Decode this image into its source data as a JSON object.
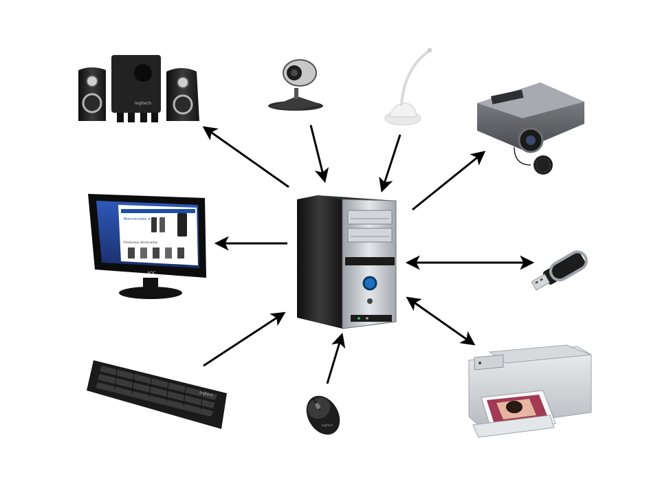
{
  "diagram": {
    "hub": "computer-tower",
    "devices": [
      {
        "id": "speakers",
        "direction": "output"
      },
      {
        "id": "webcam",
        "direction": "input"
      },
      {
        "id": "microphone",
        "direction": "input"
      },
      {
        "id": "projector",
        "direction": "output"
      },
      {
        "id": "monitor",
        "direction": "output"
      },
      {
        "id": "usb-flash-drive",
        "direction": "bidirectional"
      },
      {
        "id": "keyboard",
        "direction": "input"
      },
      {
        "id": "mouse",
        "direction": "input"
      },
      {
        "id": "printer-scanner",
        "direction": "bidirectional"
      }
    ],
    "monitor_screen": {
      "banner": "Bienvenidos a ITS",
      "section": "Productos destacados"
    },
    "brand_marks": {
      "monitor": "AOC",
      "speakers": "logitech",
      "keyboard": "logitech",
      "mouse": "logitech"
    }
  },
  "colors": {
    "background": "#ffffff",
    "arrow": "#000000",
    "device_dark": "#1c1c1c",
    "device_silver": "#b9bec4",
    "screen_blue": "#2f58b8"
  }
}
